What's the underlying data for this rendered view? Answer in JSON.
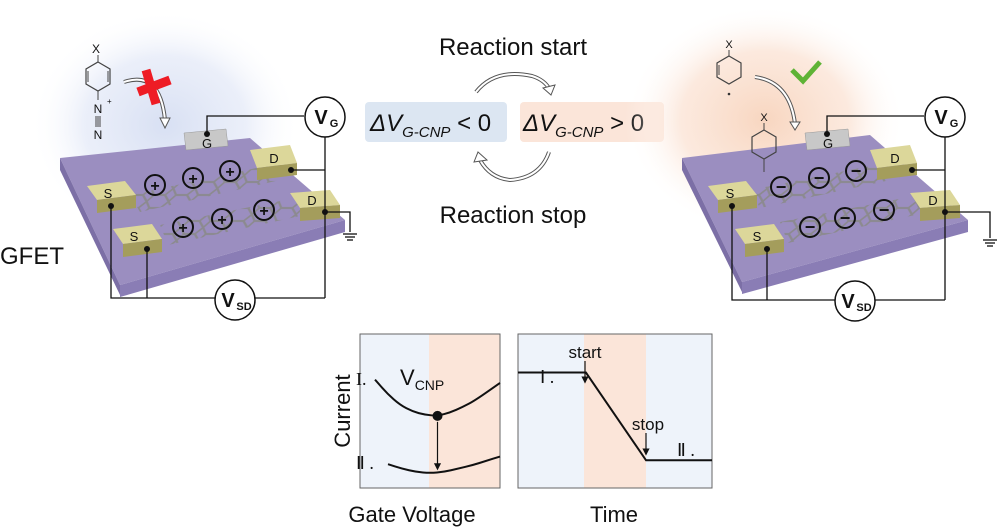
{
  "left_device": {
    "label": "GFET",
    "molecule": {
      "substituent": "X",
      "n_plus": "N",
      "plus": "+",
      "n2": "N"
    },
    "reaction_mark": "cross",
    "gate_label": "G",
    "source_labels": [
      "S",
      "S"
    ],
    "drain_labels": [
      "D",
      "D"
    ],
    "charge_symbol": "+",
    "vg": {
      "main": "V",
      "sub": "G"
    },
    "vsd": {
      "main": "V",
      "sub": "SD"
    }
  },
  "center": {
    "top_label": "Reaction start",
    "bottom_label": "Reaction stop",
    "left_box": {
      "delta": "ΔV",
      "sub": "G-CNP",
      "rel": " < 0",
      "color": "#dce6f2"
    },
    "right_box": {
      "delta": "ΔV",
      "sub": "G-CNP",
      "rel": " > 0",
      "color": "#fbe5d9"
    }
  },
  "right_device": {
    "molecule": {
      "substituent": "X",
      "radical_dot": "·"
    },
    "attached_substituent": "X",
    "reaction_mark": "check",
    "gate_label": "G",
    "source_labels": [
      "S",
      "S"
    ],
    "drain_labels": [
      "D",
      "D"
    ],
    "charge_symbol": "−",
    "vg": {
      "main": "V",
      "sub": "G"
    },
    "vsd": {
      "main": "V",
      "sub": "SD"
    }
  },
  "colors": {
    "substrate": "#9b8ec0",
    "substrate_side": "#7c6fa6",
    "electrode": "#dcd79a",
    "electrode_side": "#a49d5c",
    "gate": "#c8c8c8",
    "blue_region": "#eef3fa",
    "orange_region": "#fbe5d9",
    "cross": "#ee1c25",
    "check": "#5fb336"
  },
  "chart_data": [
    {
      "type": "line",
      "title": "",
      "xlabel": "Gate Voltage",
      "ylabel": "Current",
      "regions": [
        {
          "name": "left",
          "color": "#eef3fa"
        },
        {
          "name": "right",
          "color": "#fbe5d9"
        }
      ],
      "series": [
        {
          "name": "I.",
          "label": "I.",
          "x": [
            0,
            0.1,
            0.2,
            0.3,
            0.4,
            0.5,
            0.6,
            0.7,
            0.8,
            1.0
          ],
          "y": [
            0.85,
            0.72,
            0.62,
            0.56,
            0.53,
            0.52,
            0.55,
            0.6,
            0.66,
            0.82
          ]
        },
        {
          "name": "II.",
          "label": "Ⅱ .",
          "x": [
            0.2,
            0.3,
            0.4,
            0.5,
            0.6,
            0.7,
            0.8,
            0.9,
            1.0
          ],
          "y": [
            0.08,
            0.04,
            0.01,
            0.0,
            0.01,
            0.04,
            0.07,
            0.11,
            0.15
          ]
        }
      ],
      "annotations": [
        {
          "text": "V",
          "sub": "CNP",
          "point": [
            0.5,
            0.52
          ]
        },
        {
          "arrow_from": [
            0.5,
            0.52
          ],
          "arrow_to": [
            0.5,
            0.02
          ]
        }
      ]
    },
    {
      "type": "line",
      "title": "",
      "xlabel": "Time",
      "ylabel": "",
      "regions": [
        {
          "name": "before",
          "color": "#eef3fa"
        },
        {
          "name": "reaction",
          "color": "#fbe5d9"
        },
        {
          "name": "after",
          "color": "#eef3fa"
        }
      ],
      "series": [
        {
          "name": "current",
          "x": [
            0,
            0.35,
            0.66,
            1.0
          ],
          "y": [
            0.75,
            0.75,
            0.18,
            0.18
          ]
        }
      ],
      "labels": {
        "level1": "Ⅰ .",
        "level2": "Ⅱ .",
        "start": "start",
        "stop": "stop"
      }
    }
  ]
}
